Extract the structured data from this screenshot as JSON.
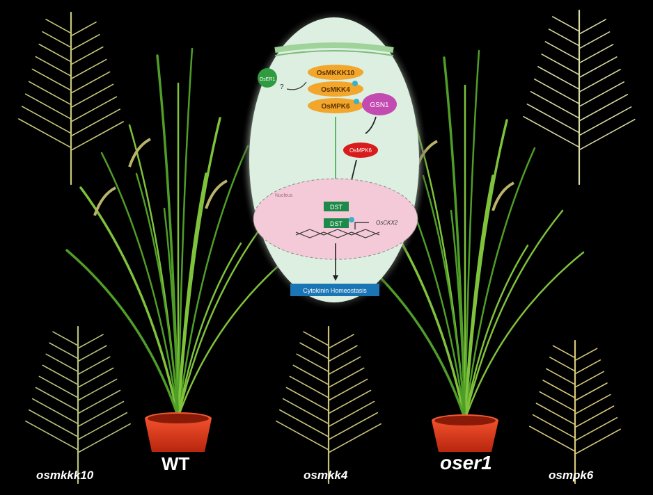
{
  "labels": {
    "osmkkk10": "osmkkk10",
    "wt": "WT",
    "osmkk4": "osmkk4",
    "oser1": "oser1",
    "osmpk6": "osmpk6"
  },
  "diagram": {
    "kinase_1": "OsMKKK10",
    "kinase_2": "OsMKK4",
    "kinase_3": "OsMPK6",
    "receptor": "OsER1",
    "question_mark": "?",
    "gsn1": "GSN1",
    "phosphatase": "OsMPK6",
    "nucleus": "Nucleus",
    "dst_1": "DST",
    "dst_2": "DST",
    "target_gene": "OsCKX2",
    "outcome": "Cytokinin Homeostasis"
  },
  "colors": {
    "background": "#000000",
    "kinase_orange": "#f2a62c",
    "gsn1_purple": "#c34ab1",
    "phosphatase_red": "#d81b1b",
    "nucleus_pink": "#f4c9d8",
    "dst_green": "#1e8a4a",
    "outcome_blue": "#1a75b5",
    "pot_red": "#e53a1e",
    "leaf_green": "#5fae2e"
  }
}
